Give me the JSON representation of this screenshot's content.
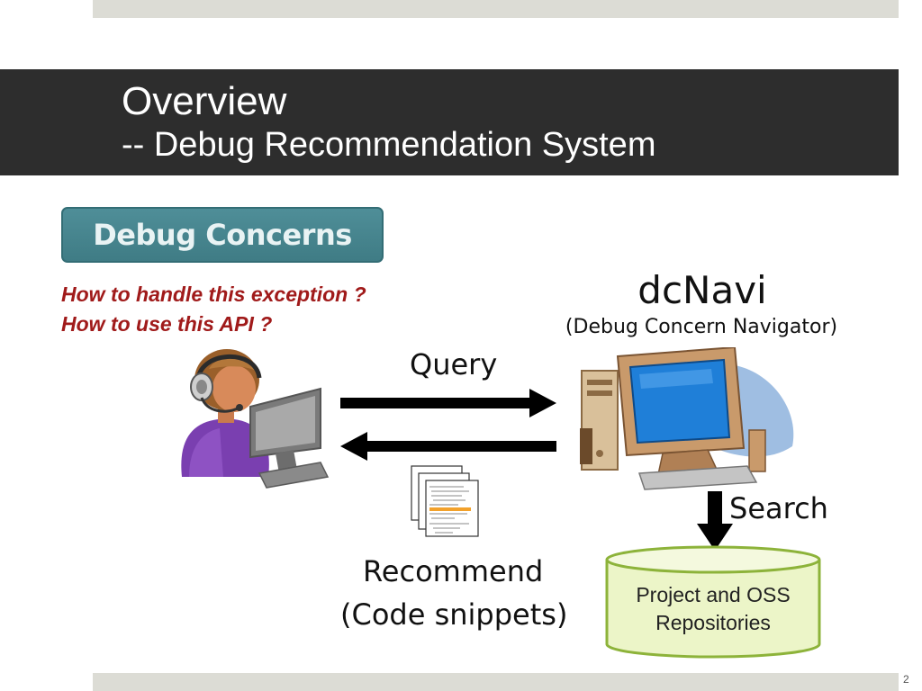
{
  "slide": {
    "title_line1": "Overview",
    "title_line2": "-- Debug Recommendation System",
    "page_number": "2"
  },
  "concerns": {
    "header": "Debug Concerns",
    "questions": [
      "How to handle this exception ?",
      "How to use this API ?"
    ]
  },
  "system": {
    "name": "dcNavi",
    "full_name": "(Debug Concern Navigator)"
  },
  "flows": {
    "query": "Query",
    "search": "Search",
    "recommend_line1": "Recommend",
    "recommend_line2": "(Code snippets)"
  },
  "repository": {
    "line1": "Project and OSS",
    "line2": "Repositories"
  },
  "colors": {
    "title_bar": "#2d2d2d",
    "concern_box": "#4a8a93",
    "question_text": "#a01a1a",
    "cylinder_fill": "#ecf5c8",
    "cylinder_stroke": "#8db33a"
  }
}
